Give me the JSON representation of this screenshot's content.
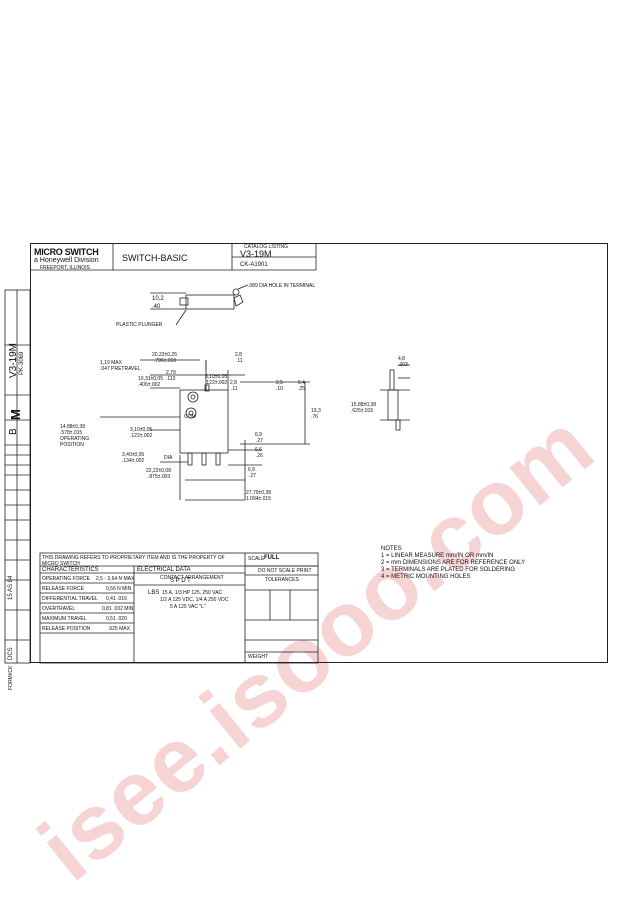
{
  "title_block": {
    "logo": "MICRO SWITCH",
    "logo_sub": "a Honeywell Division",
    "logo_small": "FREEPORT, ILLINOIS",
    "title": "SWITCH-BASIC",
    "catalog_label": "CATALOG LISTING",
    "catalog_no": "V3-19M",
    "drawing_no": "CK-A1901"
  },
  "left_strip": {
    "catalog_no": "V3-19M",
    "size": "M",
    "rev": "B",
    "drawing_no": "PK-3069",
    "release": "15 AS 84",
    "dcs": "DCS",
    "form": "FORM#CK"
  },
  "dims": {
    "d1": "10,2",
    "d1b": ".40",
    "hole": ".089 DIA HOLE IN TERMINAL",
    "plunger": "PLASTIC PLUNGER",
    "pretravel1": "1,19 MAX",
    "pretravel2": ".047 PRETRAVEL",
    "d2": "20,22±0,25",
    "d2b": ".796±.010",
    "d3": "2,8",
    "d3b": ".11",
    "d4": "2,79",
    "d4b": ".110",
    "d5": "10,31±0,05",
    "d5b": ".406±.002",
    "d6": "3,10±0,05",
    "d6b": ".122±.002",
    "d7": "2,8",
    "d7b": ".11",
    "d8": "2,5",
    "d8b": ".10",
    "d9": "6,4",
    "d9b": ".25",
    "d10": "19,3",
    "d10b": ".76",
    "op1": "14,88±0,38",
    "op2": ".578±.015",
    "op3": "OPERATING",
    "op4": "POSITION",
    "d11": "3,10±0,05",
    "d11b": ".122±.002",
    "d12": "6,9",
    "d12b": ".27",
    "d13": "3,40±0,05",
    "d13b": ".134±.002",
    "dia": "DIA",
    "d14": "6,6",
    "d14b": ".26",
    "d15": "22,22±0,08",
    "d15b": ".875±.003",
    "d16": "6,9",
    "d16b": ".27",
    "d17": "27,79±0,38",
    "d17b": "1.094±.015",
    "side1": "4,8",
    "side1b": ".203",
    "side2": "15,88±0,38",
    "side2b": ".625±.015",
    "com": "COM"
  },
  "notes": {
    "heading": "NOTES",
    "n1": "1 = LINEAR MEASURE mm/IN OR mm/IN",
    "n2": "2 = mm DIMENSIONS ARE FOR REFERENCE ONLY",
    "n3": "3 = TERMINALS ARE PLATED FOR SOLDERING",
    "n4": "4 = METRIC MOUNTING HOLES"
  },
  "table": {
    "char_header": "CHARACTERISTICS",
    "elec_header": "ELECTRICAL DATA",
    "r1": "OPERATING FORCE",
    "r1v": "2,5 - 3,64 N MAX",
    "r2": "RELEASE FORCE",
    "r2v": "0,56 N MIN",
    "r3": "DIFFERENTIAL TRAVEL",
    "r3v": "0,41 .016",
    "r4": "OVERTRAVEL",
    "r4v": "0,81 .032 MIN",
    "r5": "MAXIMUM TRAVEL",
    "r5v": "0,51 .020",
    "r6": "RELEASE POSITION",
    "r6v": ".625 MAX",
    "contact": "CONTACT ARRANGEMENT",
    "spdt": "S P D T",
    "rating1": "15 A, 1/3 HP 125, 250 VAC",
    "rating2": "1/2 A 125 VDC, 1/4 A 250 VDC",
    "rating3": "5 A 125 VAC \"L\"",
    "lb": "LBS",
    "scale_label": "SCALE",
    "scale": "FULL",
    "dont_scale": "DO NOT SCALE PRINT",
    "tolerances": "TOLERANCES",
    "weight": "WEIGHT",
    "top_note": "THIS DRAWING REFERS TO PROPRIETARY ITEM AND IS THE PROPERTY OF MICRO SWITCH"
  }
}
